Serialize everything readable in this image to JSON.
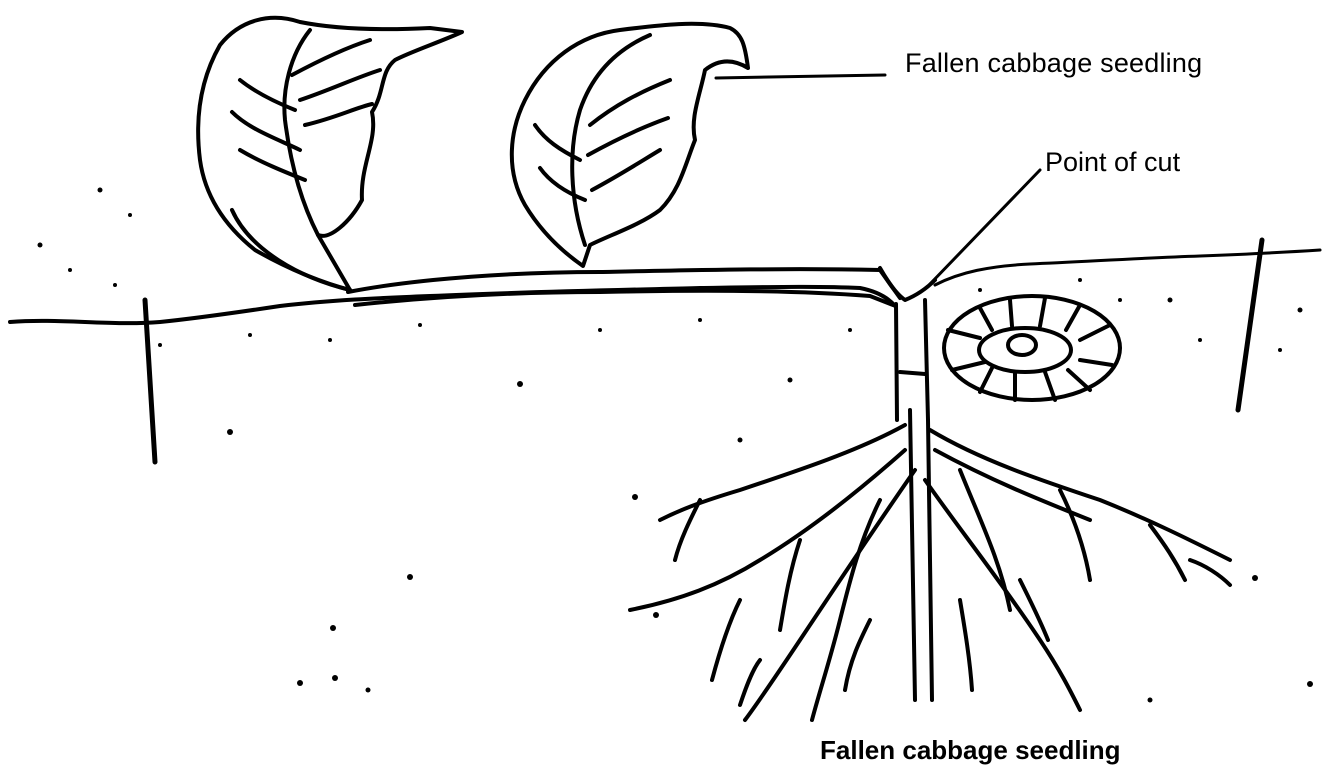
{
  "diagram": {
    "labels": {
      "fallen_seedling": "Fallen cabbage seedling",
      "point_of_cut": "Point of cut"
    },
    "caption": "Fallen cabbage seedling",
    "colors": {
      "ink": "#000000",
      "background": "#ffffff"
    }
  }
}
